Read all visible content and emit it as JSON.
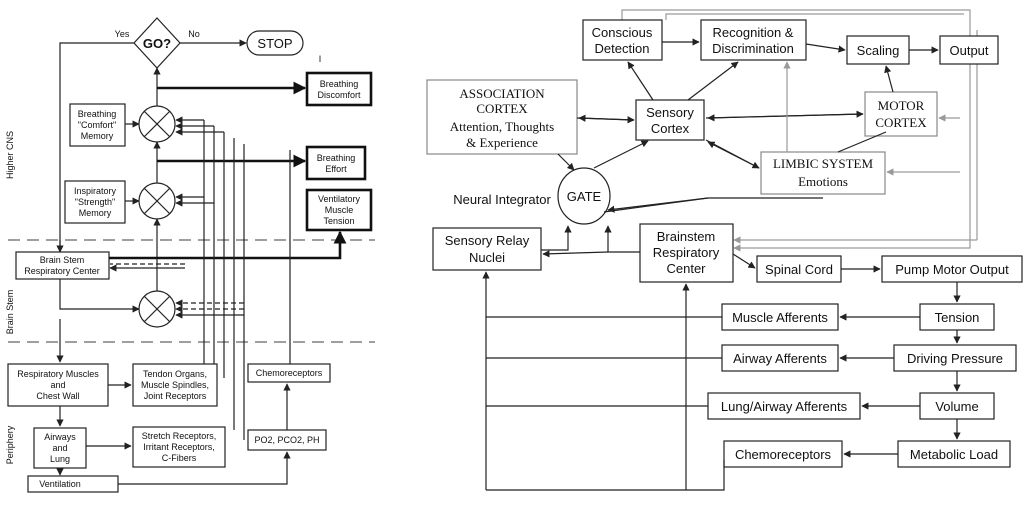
{
  "left": {
    "decision": "GO?",
    "yes": "Yes",
    "no": "No",
    "stop": "STOP",
    "tick": "I",
    "breathing_discomfort": [
      "Breathing",
      "Discomfort"
    ],
    "breathing_effort": [
      "Breathing",
      "Effort"
    ],
    "ventilatory_tension": [
      "Ventilatory",
      "Muscle",
      "Tension"
    ],
    "comfort_memory": [
      "Breathing",
      "\"Comfort\"",
      "Memory"
    ],
    "strength_memory": [
      "Inspiratory",
      "\"Strength\"",
      "Memory"
    ],
    "brain_stem_center": [
      "Brain Stem",
      "Respiratory Center"
    ],
    "respiratory_muscles": [
      "Respiratory Muscles",
      "and",
      "Chest Wall"
    ],
    "tendon_organs": [
      "Tendon Organs,",
      "Muscle Spindles,",
      "Joint Receptors"
    ],
    "chemoreceptors": "Chemoreceptors",
    "airways_lung": [
      "Airways",
      "and",
      "Lung"
    ],
    "stretch_receptors": [
      "Stretch Receptors,",
      "Irritant Receptors,",
      "C-Fibers"
    ],
    "gases": "PO2, PCO2, PH",
    "ventilation": "Ventilation",
    "region_higher": "Higher CNS",
    "region_brainstem": "Brain Stem",
    "region_periphery": "Periphery"
  },
  "right": {
    "conscious_detection": [
      "Conscious",
      "Detection"
    ],
    "recognition": [
      "Recognition &",
      "Discrimination"
    ],
    "scaling": "Scaling",
    "output": "Output",
    "association_cortex": [
      "ASSOCIATION",
      "CORTEX",
      "Attention, Thoughts",
      "& Experience"
    ],
    "sensory_cortex": [
      "Sensory",
      "Cortex"
    ],
    "motor_cortex": [
      "MOTOR",
      "CORTEX"
    ],
    "limbic_system": [
      "LIMBIC SYSTEM",
      "Emotions"
    ],
    "neural_integrator": "Neural Integrator",
    "gate": "GATE",
    "sensory_relay": [
      "Sensory Relay",
      "Nuclei"
    ],
    "brainstem_center": [
      "Brainstem",
      "Respiratory",
      "Center"
    ],
    "spinal_cord": "Spinal Cord",
    "pump_motor": "Pump Motor Output",
    "muscle_afferents": "Muscle Afferents",
    "tension": "Tension",
    "airway_afferents": "Airway Afferents",
    "driving_pressure": "Driving Pressure",
    "lung_airway_afferents": "Lung/Airway Afferents",
    "volume": "Volume",
    "chemoreceptors": "Chemoreceptors",
    "metabolic_load": "Metabolic Load"
  }
}
